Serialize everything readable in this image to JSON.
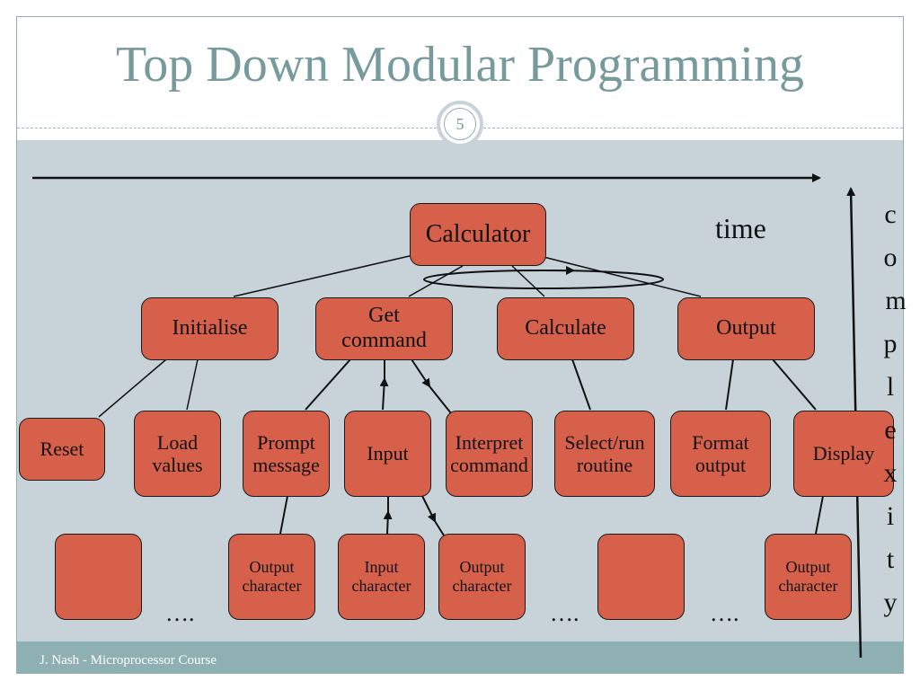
{
  "slide": {
    "title": "Top Down Modular Programming",
    "number": "5",
    "footer": "J. Nash - Microprocessor Course"
  },
  "axes": {
    "time_label": "time",
    "complexity_letters": [
      "c",
      "o",
      "m",
      "p",
      "l",
      "e",
      "x",
      "i",
      "t",
      "y"
    ]
  },
  "nodes": {
    "calculator": "Calculator",
    "initialise": "Initialise",
    "get_command": [
      "Get",
      "command"
    ],
    "calculate": "Calculate",
    "output": "Output",
    "reset": "Reset",
    "load_values": [
      "Load",
      "values"
    ],
    "prompt_message": [
      "Prompt",
      "message"
    ],
    "input": "Input",
    "interpret_command": [
      "Interpret",
      "command"
    ],
    "select_run_routine": [
      "Select/run",
      "routine"
    ],
    "format_output": [
      "Format",
      "output"
    ],
    "display": "Display",
    "output_character_1": [
      "Output",
      "character"
    ],
    "input_character": [
      "Input",
      "character"
    ],
    "output_character_2": [
      "Output",
      "character"
    ],
    "output_character_3": [
      "Output",
      "character"
    ]
  },
  "ellipses": [
    "….",
    "….",
    "…."
  ],
  "colors": {
    "node_fill": "#d6604a",
    "content_bg": "#c8d3d9",
    "title": "#779a9c",
    "footer_bg": "#8fb0b3"
  }
}
